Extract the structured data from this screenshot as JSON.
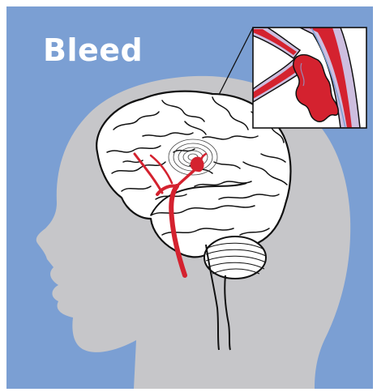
{
  "title": "Bleed",
  "colors": {
    "background": "#7b9fd3",
    "head": "#c6c6c9",
    "brain_fill": "#ffffff",
    "outline": "#111111",
    "blood": "#d4222f",
    "vessel_wall": "#9b88b3"
  },
  "icons": [
    "brain",
    "aneurysm-bleed",
    "magnifier-callout",
    "cerebellum",
    "head-silhouette"
  ]
}
